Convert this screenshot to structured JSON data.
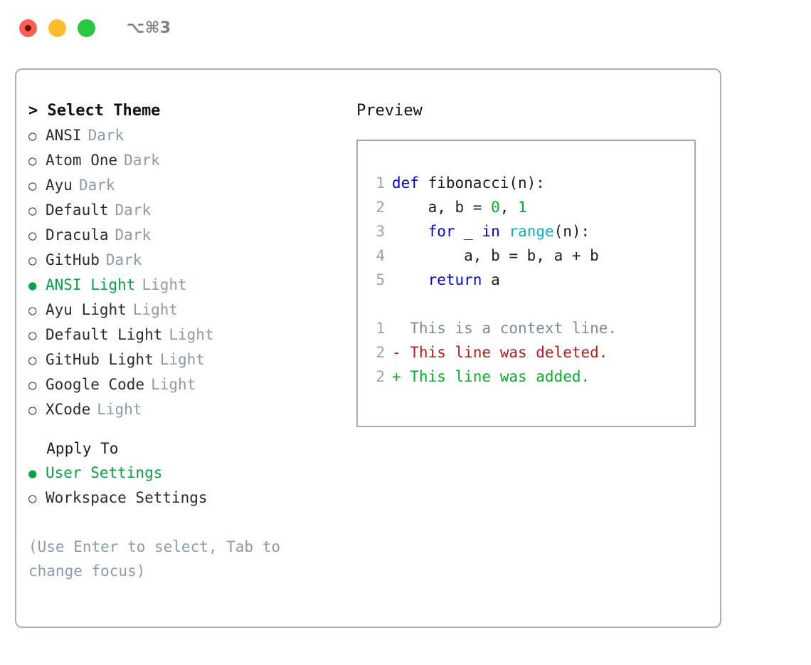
{
  "titlebar": {
    "shortcut": "⌥⌘3",
    "buttons": [
      {
        "name": "close",
        "color": "#ff5f57"
      },
      {
        "name": "minimize",
        "color": "#ffbd2e"
      },
      {
        "name": "maximize",
        "color": "#28c840"
      }
    ]
  },
  "theme_section": {
    "heading": "> Select Theme",
    "items": [
      {
        "bullet": "○",
        "name": "ANSI",
        "suffix": "Dark",
        "selected": false
      },
      {
        "bullet": "○",
        "name": "Atom One",
        "suffix": "Dark",
        "selected": false
      },
      {
        "bullet": "○",
        "name": "Ayu",
        "suffix": "Dark",
        "selected": false
      },
      {
        "bullet": "○",
        "name": "Default",
        "suffix": "Dark",
        "selected": false
      },
      {
        "bullet": "○",
        "name": "Dracula",
        "suffix": "Dark",
        "selected": false
      },
      {
        "bullet": "○",
        "name": "GitHub",
        "suffix": "Dark",
        "selected": false
      },
      {
        "bullet": "●",
        "name": "ANSI Light",
        "suffix": "Light",
        "selected": true
      },
      {
        "bullet": "○",
        "name": "Ayu Light",
        "suffix": "Light",
        "selected": false
      },
      {
        "bullet": "○",
        "name": "Default Light",
        "suffix": "Light",
        "selected": false
      },
      {
        "bullet": "○",
        "name": "GitHub Light",
        "suffix": "Light",
        "selected": false
      },
      {
        "bullet": "○",
        "name": "Google Code",
        "suffix": "Light",
        "selected": false
      },
      {
        "bullet": "○",
        "name": "XCode",
        "suffix": "Light",
        "selected": false
      }
    ]
  },
  "apply_section": {
    "heading": "  Apply To",
    "items": [
      {
        "bullet": "●",
        "name": "User Settings",
        "selected": true
      },
      {
        "bullet": "○",
        "name": "Workspace Settings",
        "selected": false
      }
    ]
  },
  "hint": "(Use Enter to select, Tab to change focus)",
  "preview": {
    "title": "Preview",
    "code_lines": [
      {
        "ln": "1",
        "tokens": [
          {
            "t": "def",
            "c": "kw"
          },
          {
            "t": " fibonacci(n):",
            "c": "id"
          }
        ]
      },
      {
        "ln": "2",
        "tokens": [
          {
            "t": "    a, b = ",
            "c": "id"
          },
          {
            "t": "0",
            "c": "num"
          },
          {
            "t": ", ",
            "c": "id"
          },
          {
            "t": "1",
            "c": "num"
          }
        ]
      },
      {
        "ln": "3",
        "tokens": [
          {
            "t": "    ",
            "c": "id"
          },
          {
            "t": "for",
            "c": "kw"
          },
          {
            "t": " _ ",
            "c": "id"
          },
          {
            "t": "in",
            "c": "kw"
          },
          {
            "t": " ",
            "c": "id"
          },
          {
            "t": "range",
            "c": "fn"
          },
          {
            "t": "(n):",
            "c": "id"
          }
        ]
      },
      {
        "ln": "4",
        "tokens": [
          {
            "t": "        a, b = b, a + b",
            "c": "id"
          }
        ]
      },
      {
        "ln": "5",
        "tokens": [
          {
            "t": "    ",
            "c": "id"
          },
          {
            "t": "return",
            "c": "kw"
          },
          {
            "t": " a",
            "c": "id"
          }
        ]
      }
    ],
    "diff_lines": [
      {
        "ln": "1",
        "marker": " ",
        "text": "  This is a context line.",
        "kind": "ctx"
      },
      {
        "ln": "2",
        "marker": "-",
        "text": "- This line was deleted.",
        "kind": "del"
      },
      {
        "ln": "2",
        "marker": "+",
        "text": "+ This line was added.",
        "kind": "add"
      }
    ]
  },
  "colors": {
    "accent_green": "#0aa245",
    "muted": "#8f99a8",
    "keyword_blue": "#0000f0",
    "function_cyan": "#00b8c4",
    "number_green": "#00b226",
    "diff_delete_red": "#c01818",
    "diff_add_green": "#00b226",
    "border": "#a9b2be"
  }
}
